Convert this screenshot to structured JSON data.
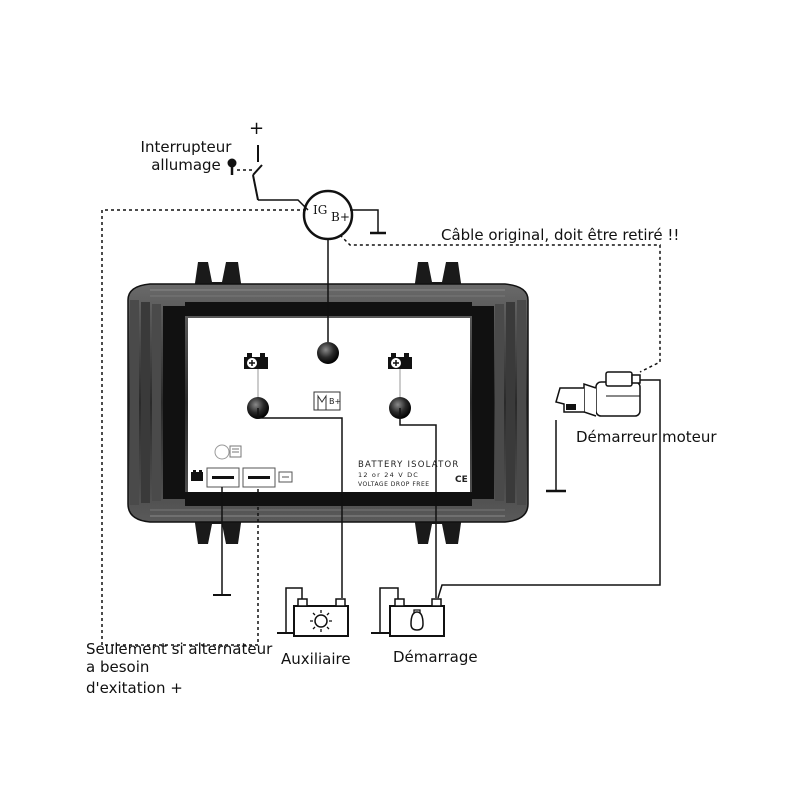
{
  "labels": {
    "ignition_switch": [
      "Interrupteur",
      "allumage"
    ],
    "plus_sign": "+",
    "original_cable": "Câble original, doit être retiré !!",
    "starter_motor": "Démarreur moteur",
    "excitation_note": [
      "Seulement si alternateur",
      "a besoin",
      "d'exitation +"
    ],
    "aux_battery": "Auxiliaire",
    "start_battery": "Démarrage"
  },
  "alternator": {
    "ig_label": "IG",
    "bplus_label": "B+"
  },
  "isolator": {
    "title": "BATTERY ISOLATOR",
    "voltage": "12 or 24 V DC",
    "drop": "VOLTAGE DROP FREE",
    "ce_mark": "CE",
    "center_terminal_label": "B+"
  },
  "colors": {
    "line": "#111111",
    "housing_dark": "#1c1c1c",
    "housing_mid": "#555555",
    "housing_fin": "#3a3a3a",
    "panel": "#ffffff"
  }
}
